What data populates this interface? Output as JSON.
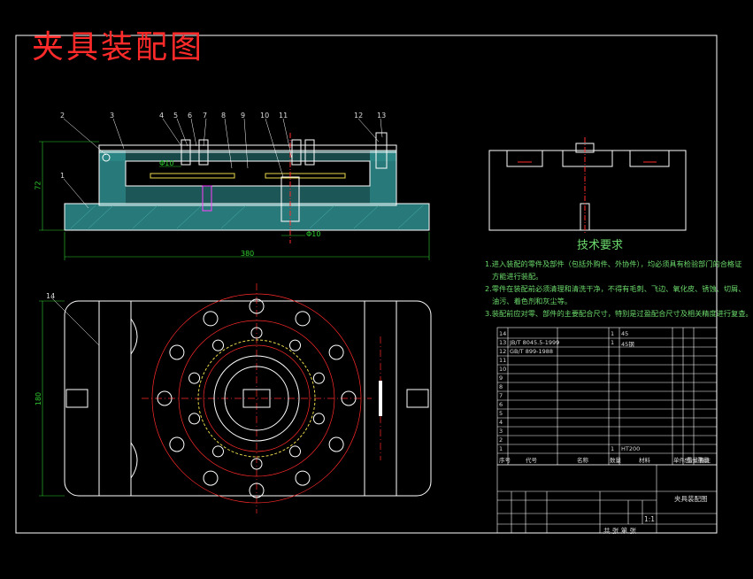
{
  "title": "夹具装配图",
  "tech": {
    "heading": "技术要求",
    "lines": [
      "1.进入装配的零件及部件（包括外购件、外协件），均必须具有检验部门的合格证",
      "方能进行装配。",
      "2.零件在装配前必须清理和清洗干净，不得有毛刺、飞边、氧化皮、锈蚀、切屑、",
      "油污、着色剂和灰尘等。",
      "3.装配前应对零、部件的主要配合尺寸，特别是过盈配合尺寸及相关精度进行复查。"
    ]
  },
  "dims": {
    "height": "72",
    "width": "380",
    "bore": "Φ10",
    "bore2": "Φ10",
    "plate_h": "180"
  },
  "callouts": [
    "1",
    "2",
    "3",
    "4",
    "5",
    "6",
    "7",
    "8",
    "9",
    "10",
    "11",
    "12",
    "13",
    "14"
  ],
  "bom": {
    "header": [
      "序号",
      "代号",
      "名称",
      "数量",
      "材料",
      "单件 重量",
      "总计 重量",
      "备注"
    ],
    "rows": [
      {
        "no": "14",
        "code": "",
        "name": "",
        "qty": "1",
        "mat": "45",
        "note": ""
      },
      {
        "no": "13",
        "code": "JB/T 8045.5-1999",
        "name": "",
        "qty": "1",
        "mat": "45钢",
        "note": ""
      },
      {
        "no": "12",
        "code": "GB/T 899-1988",
        "name": "",
        "qty": "",
        "mat": "",
        "note": ""
      },
      {
        "no": "11",
        "code": "",
        "name": "",
        "qty": "",
        "mat": "",
        "note": ""
      },
      {
        "no": "10",
        "code": "",
        "name": "",
        "qty": "",
        "mat": "",
        "note": ""
      },
      {
        "no": "9",
        "code": "",
        "name": "",
        "qty": "",
        "mat": "",
        "note": ""
      },
      {
        "no": "8",
        "code": "",
        "name": "",
        "qty": "",
        "mat": "",
        "note": ""
      },
      {
        "no": "7",
        "code": "",
        "name": "",
        "qty": "",
        "mat": "",
        "note": ""
      },
      {
        "no": "6",
        "code": "",
        "name": "",
        "qty": "",
        "mat": "",
        "note": ""
      },
      {
        "no": "5",
        "code": "",
        "name": "",
        "qty": "",
        "mat": "",
        "note": ""
      },
      {
        "no": "4",
        "code": "",
        "name": "",
        "qty": "",
        "mat": "",
        "note": ""
      },
      {
        "no": "3",
        "code": "",
        "name": "",
        "qty": "",
        "mat": "",
        "note": ""
      },
      {
        "no": "2",
        "code": "",
        "name": "",
        "qty": "",
        "mat": "",
        "note": ""
      },
      {
        "no": "1",
        "code": "",
        "name": "",
        "qty": "1",
        "mat": "HT200",
        "note": ""
      }
    ]
  },
  "titleblock": {
    "drawing_name": "夹具装配图",
    "sheet": "共 张 第 张",
    "scale": "1:1"
  },
  "colors": {
    "bg": "#000000",
    "line": "#ffffff",
    "center": "#ff2a2a",
    "hatch": "#2f8f8f",
    "text_green": "#6bd96b",
    "dim": "#2fd02f",
    "yellow": "#e8d84a",
    "magenta": "#ff40ff"
  }
}
